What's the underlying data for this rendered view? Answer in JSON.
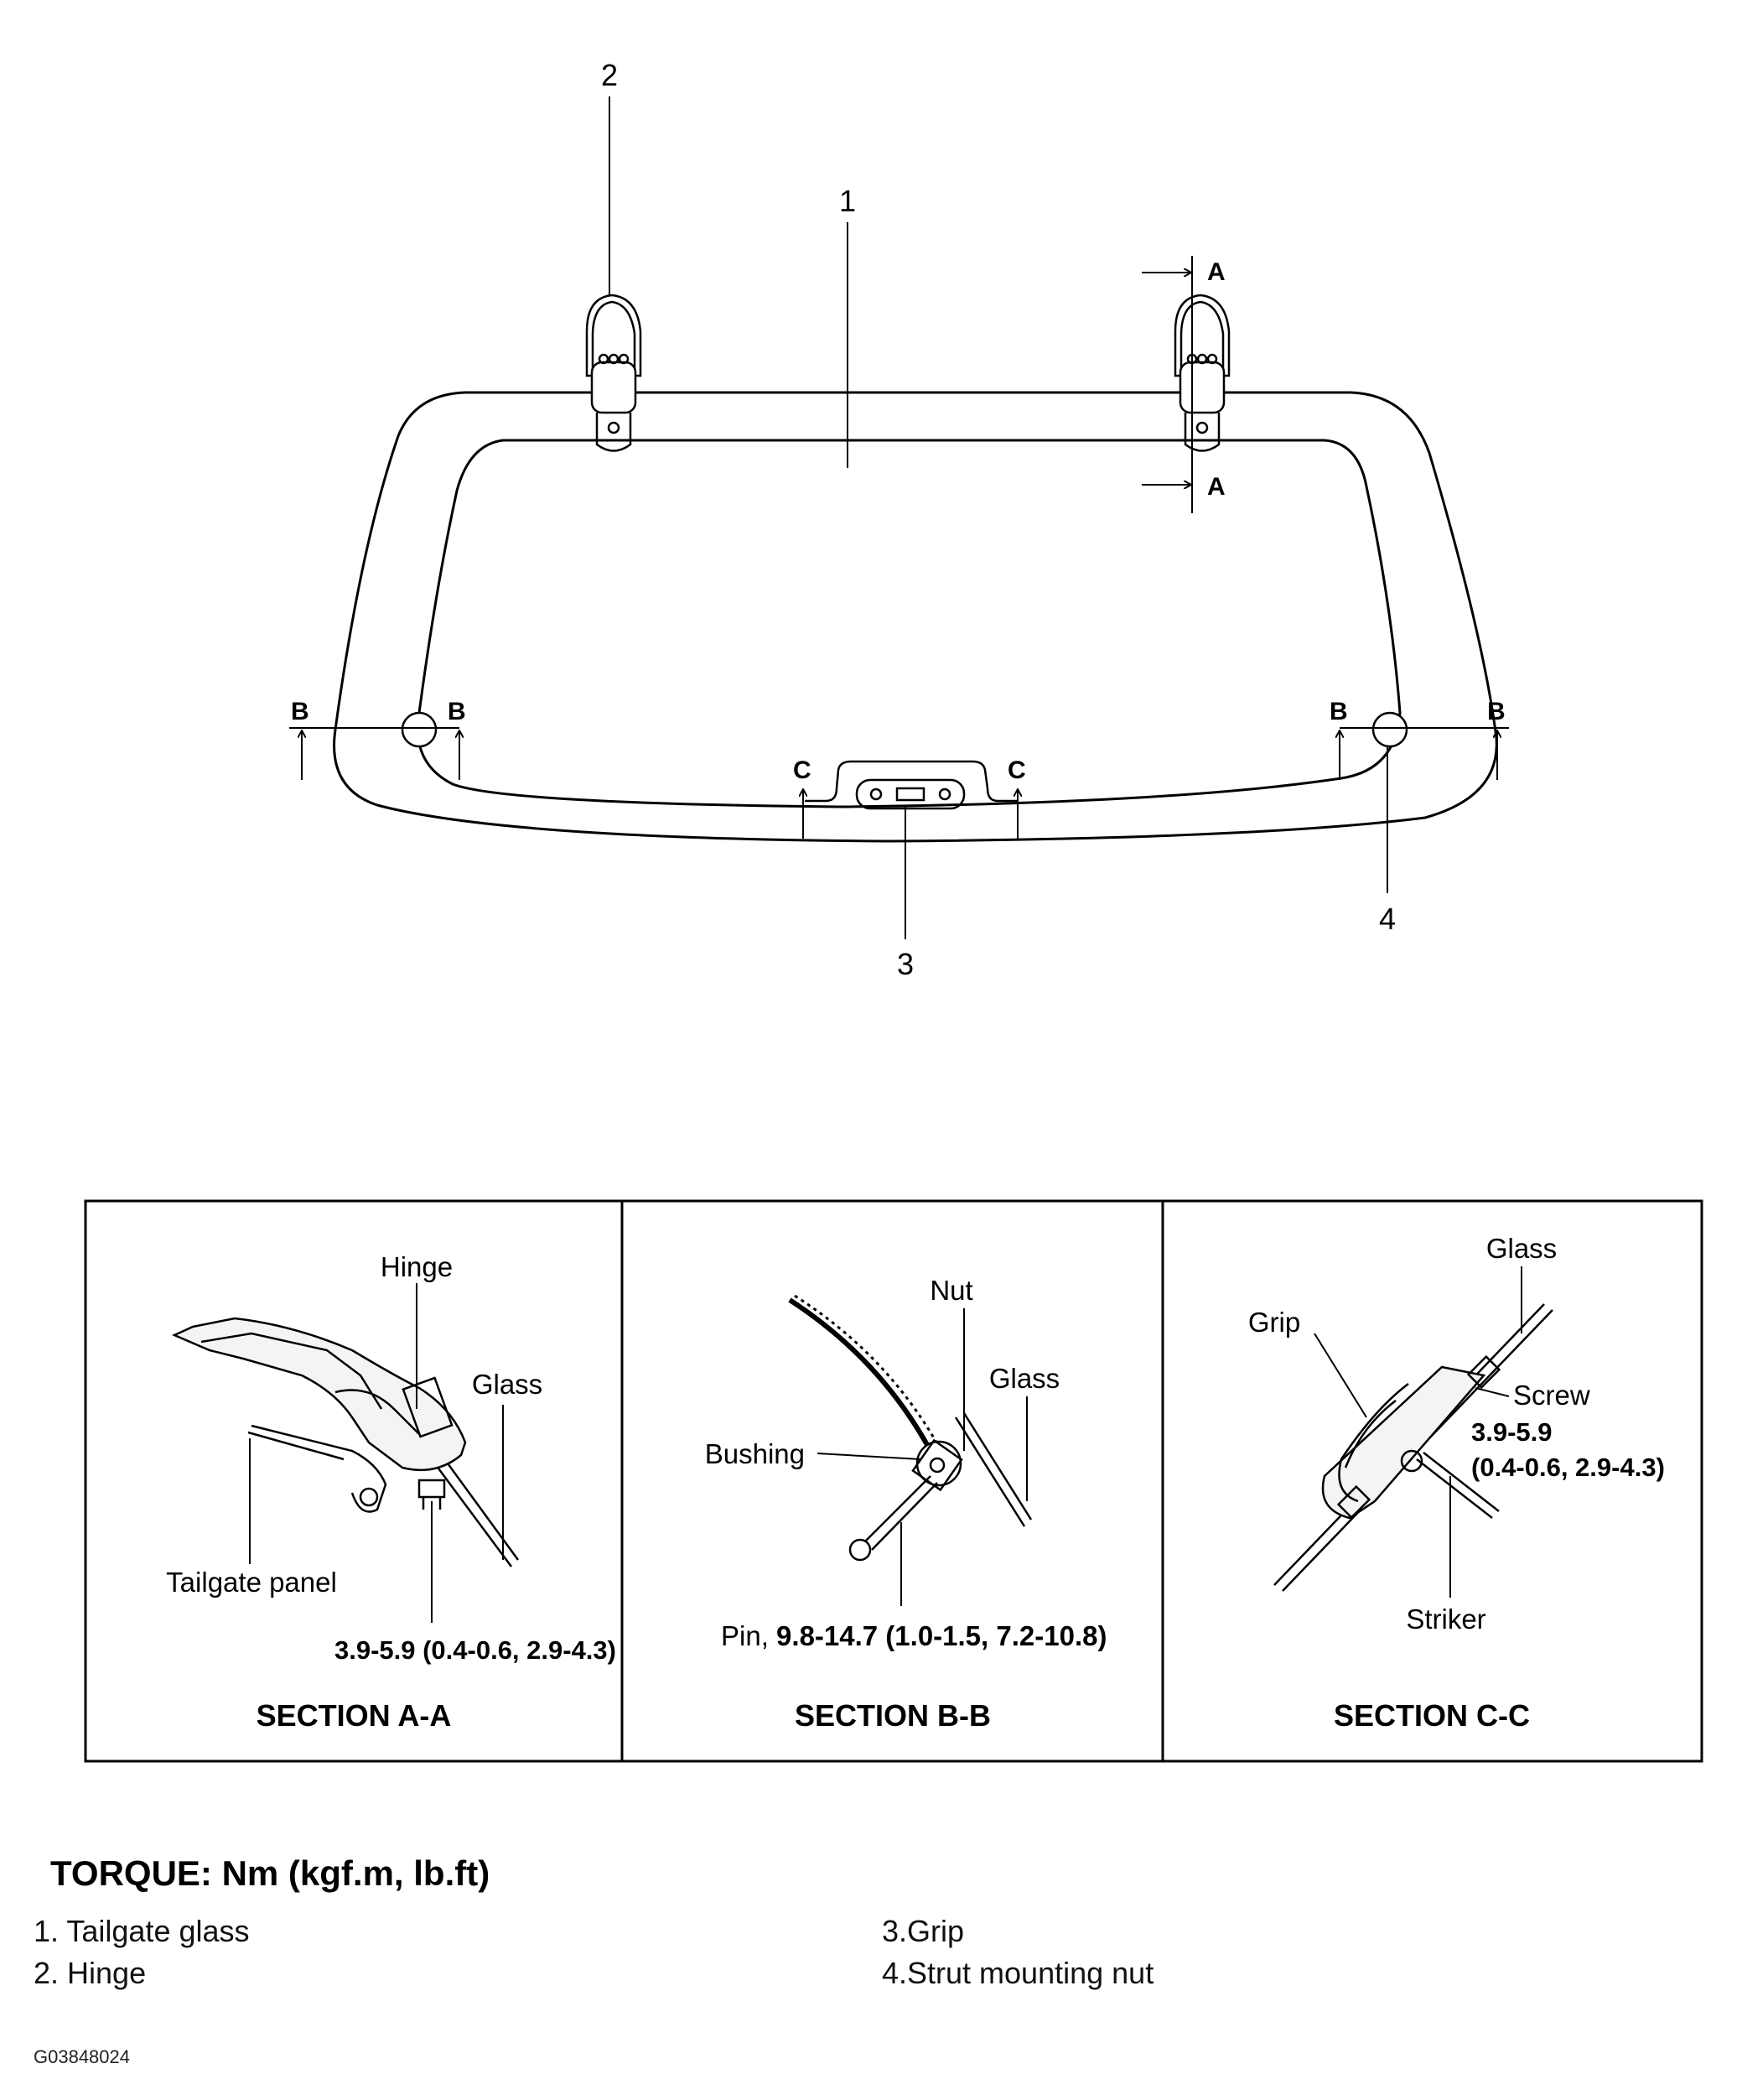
{
  "callouts": {
    "glass": "1",
    "hinge": "2",
    "grip": "3",
    "strut_nut": "4"
  },
  "section_marks": {
    "a": "A",
    "b": "B",
    "c": "C"
  },
  "sections": {
    "aa": {
      "title": "SECTION A-A",
      "hinge": "Hinge",
      "glass": "Glass",
      "tailgate_panel": "Tailgate panel",
      "torque": "3.9-5.9 (0.4-0.6, 2.9-4.3)"
    },
    "bb": {
      "title": "SECTION B-B",
      "nut": "Nut",
      "glass": "Glass",
      "bushing": "Bushing",
      "pin_label": "Pin, ",
      "pin_torque": "9.8-14.7 (1.0-1.5, 7.2-10.8)"
    },
    "cc": {
      "title": "SECTION C-C",
      "glass": "Glass",
      "grip": "Grip",
      "screw": "Screw",
      "torque_1": "3.9-5.9",
      "torque_2": "(0.4-0.6, 2.9-4.3)",
      "striker": "Striker"
    }
  },
  "torque_heading": "TORQUE: Nm (kgf.m, lb.ft)",
  "legend": [
    "1. Tailgate glass",
    "2. Hinge",
    "3.Grip",
    "4.Strut mounting nut"
  ],
  "figure_code": "G03848024"
}
